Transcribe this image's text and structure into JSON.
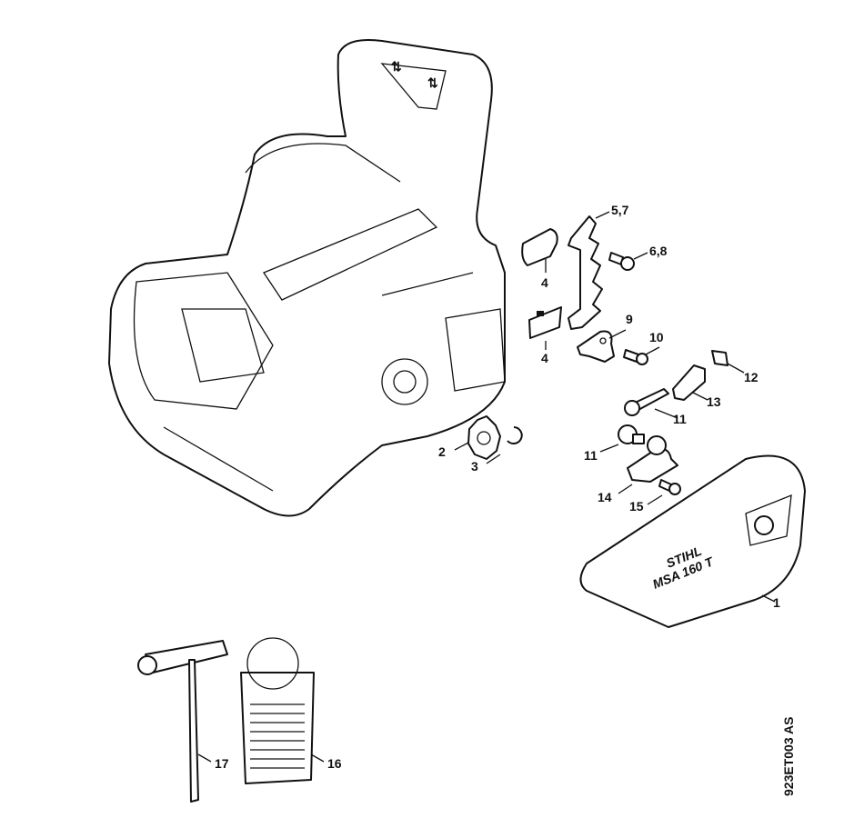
{
  "diagram": {
    "drawing_code": "923ET003 AS",
    "cover_branding": {
      "brand": "STIHL",
      "model": "MSA 160 T"
    },
    "callouts": [
      "1",
      "2",
      "3",
      "4",
      "4",
      "5,7",
      "6,8",
      "9",
      "10",
      "11",
      "11",
      "12",
      "13",
      "14",
      "15",
      "16",
      "17"
    ]
  }
}
